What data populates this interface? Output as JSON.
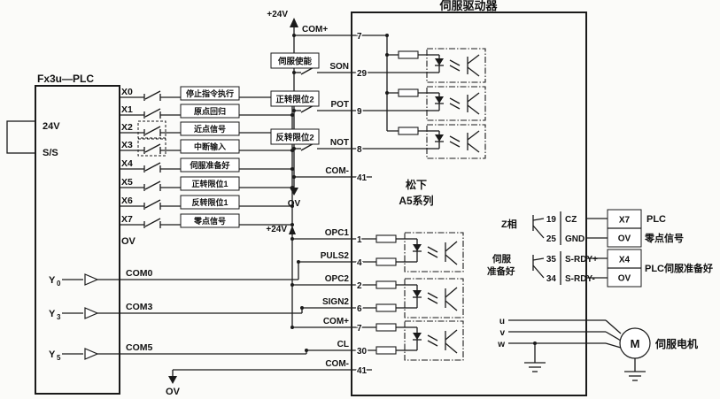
{
  "driver": {
    "title": "伺服驱动器",
    "brand1": "松下",
    "brand2": "A5系列"
  },
  "plc": {
    "title": "Fx3u—PLC",
    "v24": "24V",
    "ss": "S/S",
    "ov": "OV",
    "inputs": [
      {
        "pin": "X0",
        "label": "停止指令执行"
      },
      {
        "pin": "X1",
        "label": "原点回归"
      },
      {
        "pin": "X2",
        "label": "近点信号"
      },
      {
        "pin": "X3",
        "label": "中断输入"
      },
      {
        "pin": "X4",
        "label": "伺服准备好"
      },
      {
        "pin": "X5",
        "label": "正转限位1"
      },
      {
        "pin": "X6",
        "label": "反转限位1"
      },
      {
        "pin": "X7",
        "label": "零点信号"
      }
    ],
    "outputs": [
      {
        "y": "Y",
        "sub": "0",
        "com": "COM0"
      },
      {
        "y": "Y",
        "sub": "3",
        "com": "COM3"
      },
      {
        "y": "Y",
        "sub": "5",
        "com": "COM5"
      }
    ]
  },
  "top": {
    "v24": "+24V",
    "com_plus": {
      "signal": "COM+",
      "pin": "7"
    },
    "rows": [
      {
        "box": "伺服使能",
        "signal": "SON",
        "pin": "29"
      },
      {
        "box": "正转限位2",
        "signal": "POT",
        "pin": "9"
      },
      {
        "box": "反转限位2",
        "signal": "NOT",
        "pin": "8"
      }
    ],
    "com_minus": {
      "signal": "COM-",
      "pin": "41"
    },
    "ov": "OV"
  },
  "pulse": {
    "v24": "+24V",
    "ov": "OV",
    "rows": [
      {
        "signal": "OPC1",
        "pin": "1"
      },
      {
        "signal": "PULS2",
        "pin": "4"
      },
      {
        "signal": "OPC2",
        "pin": "2"
      },
      {
        "signal": "SIGN2",
        "pin": "6"
      },
      {
        "signal": "COM+",
        "pin": "7"
      },
      {
        "signal": "CL",
        "pin": "30"
      },
      {
        "signal": "COM-",
        "pin": "41"
      }
    ]
  },
  "encoder": {
    "label": "Z相",
    "rows": [
      {
        "pin": "19",
        "signal": "CZ"
      },
      {
        "pin": "25",
        "signal": "GND"
      }
    ],
    "terms": [
      "X7",
      "OV"
    ],
    "tag1": "PLC",
    "tag2": "零点信号"
  },
  "ready": {
    "label1": "伺服",
    "label2": "准备好",
    "rows": [
      {
        "pin": "35",
        "signal": "S-RDY+"
      },
      {
        "pin": "34",
        "signal": "S-RDY-"
      }
    ],
    "terms": [
      "X4",
      "OV"
    ],
    "tag": "PLC伺服准备好"
  },
  "motor": {
    "phases": [
      "u",
      "v",
      "w"
    ],
    "m": "M",
    "label": "伺服电机"
  }
}
